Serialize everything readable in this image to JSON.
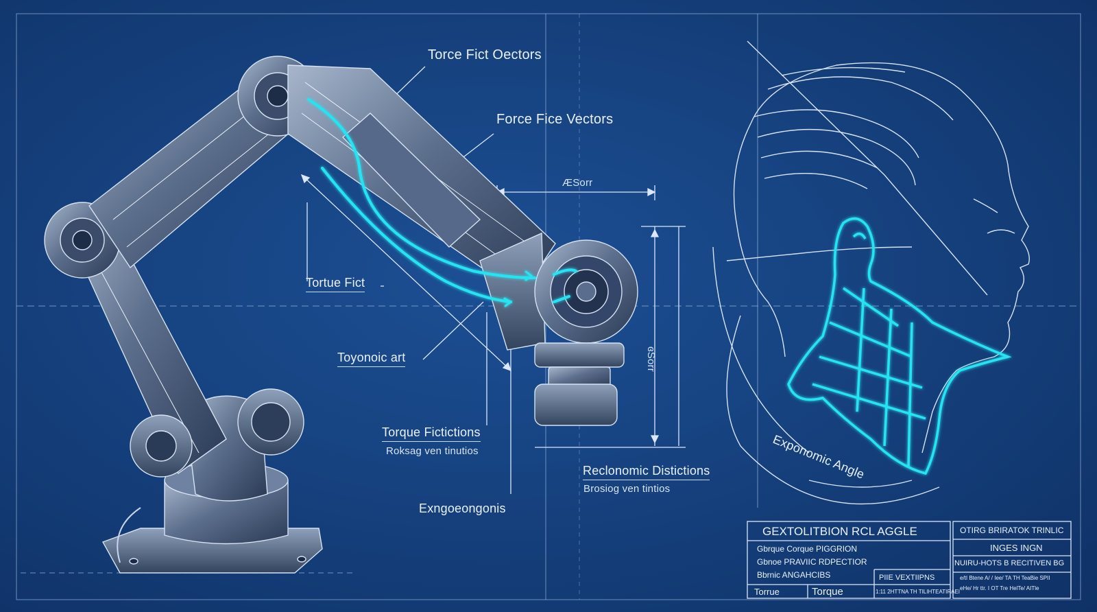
{
  "labels": {
    "force_top": "Torce Fict Oectors",
    "force_mid": "Force Fice Vectors",
    "torque_flict": "Tortue Fict",
    "toyonomic": "Toyonoic art",
    "torque_frictions": "Torque Fictictions",
    "torque_frictions_sub": "Roksag ven tinutios",
    "engonomics": "Exngoeongonis",
    "reclonomic": "Reclonomic Distictions",
    "reclonomic_sub": "Brosiog ven tintios",
    "dim_horizontal": "ÆSorr",
    "dim_vertical": "ɞSorr",
    "ergonomic_angle": "Exponomic Angle"
  },
  "title_block": {
    "title": "GEXTOLITBION RCL AGGLE",
    "rows": [
      "Gbrque  Corque PIGGRION",
      "Gbnoe  PRAVIIC RDPECTIOR",
      "Bbrnic ANGAHCIBS"
    ],
    "footer_left": "Torrue",
    "footer_mid": "Torque",
    "sub_header": "PIIE VEXTIIPNS",
    "sub_footer": "1:11 2HTTNA TH TILIHTEATIRAEI",
    "right_title": "OTIRG BRIRATOK TRINLIC",
    "right_row1": "INGES INGN",
    "right_row2": "NUIRU-HOTS B RECITIVEN BG",
    "right_row3": "e/tI Btene A/ / Iee/ TA TH TeaBie SPII",
    "right_row4": "eHe/ Hr ttr. I  OT Tre HelTe/ AITle"
  },
  "colors": {
    "background": "#16427f",
    "line": "#c9dcf7",
    "accent": "#27e3f2"
  }
}
